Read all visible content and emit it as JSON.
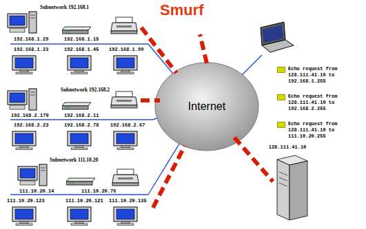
{
  "diagram": {
    "title": "Smurf",
    "nodes": [
      {
        "text": [
          "Internet"
        ]
      },
      {
        "text": [
          "128.111.41.10"
        ]
      }
    ],
    "labels": [
      "Subnetwork 192.168.1",
      "192.168.1.29",
      "192.168.1.15",
      "192.168.1.23",
      "192.168.1.45",
      "192.168.1.99",
      "Subnetwork 192.168.2",
      "192.168.2.170",
      "192.168.2.11",
      "192.168.2.23",
      "192.168.2.78",
      "192.168.2.67",
      "Subnetwork 111.10.20",
      "111.10.20.14",
      "111.10.20.76",
      "111.10.20.123",
      "111.10.20.121",
      "111.10.20.135"
    ],
    "legend": [
      {
        "text": "Echo request from 128.111.41.10 to 192.168.1.255",
        "color": "#d8d800"
      },
      {
        "text": "Echo request from 128.111.41.10 to 192.168.2.255",
        "color": "#d8d800"
      },
      {
        "text": "Echo request from 128.111.41.10 to 111.10.20.255",
        "color": "#d8d800"
      }
    ]
  }
}
